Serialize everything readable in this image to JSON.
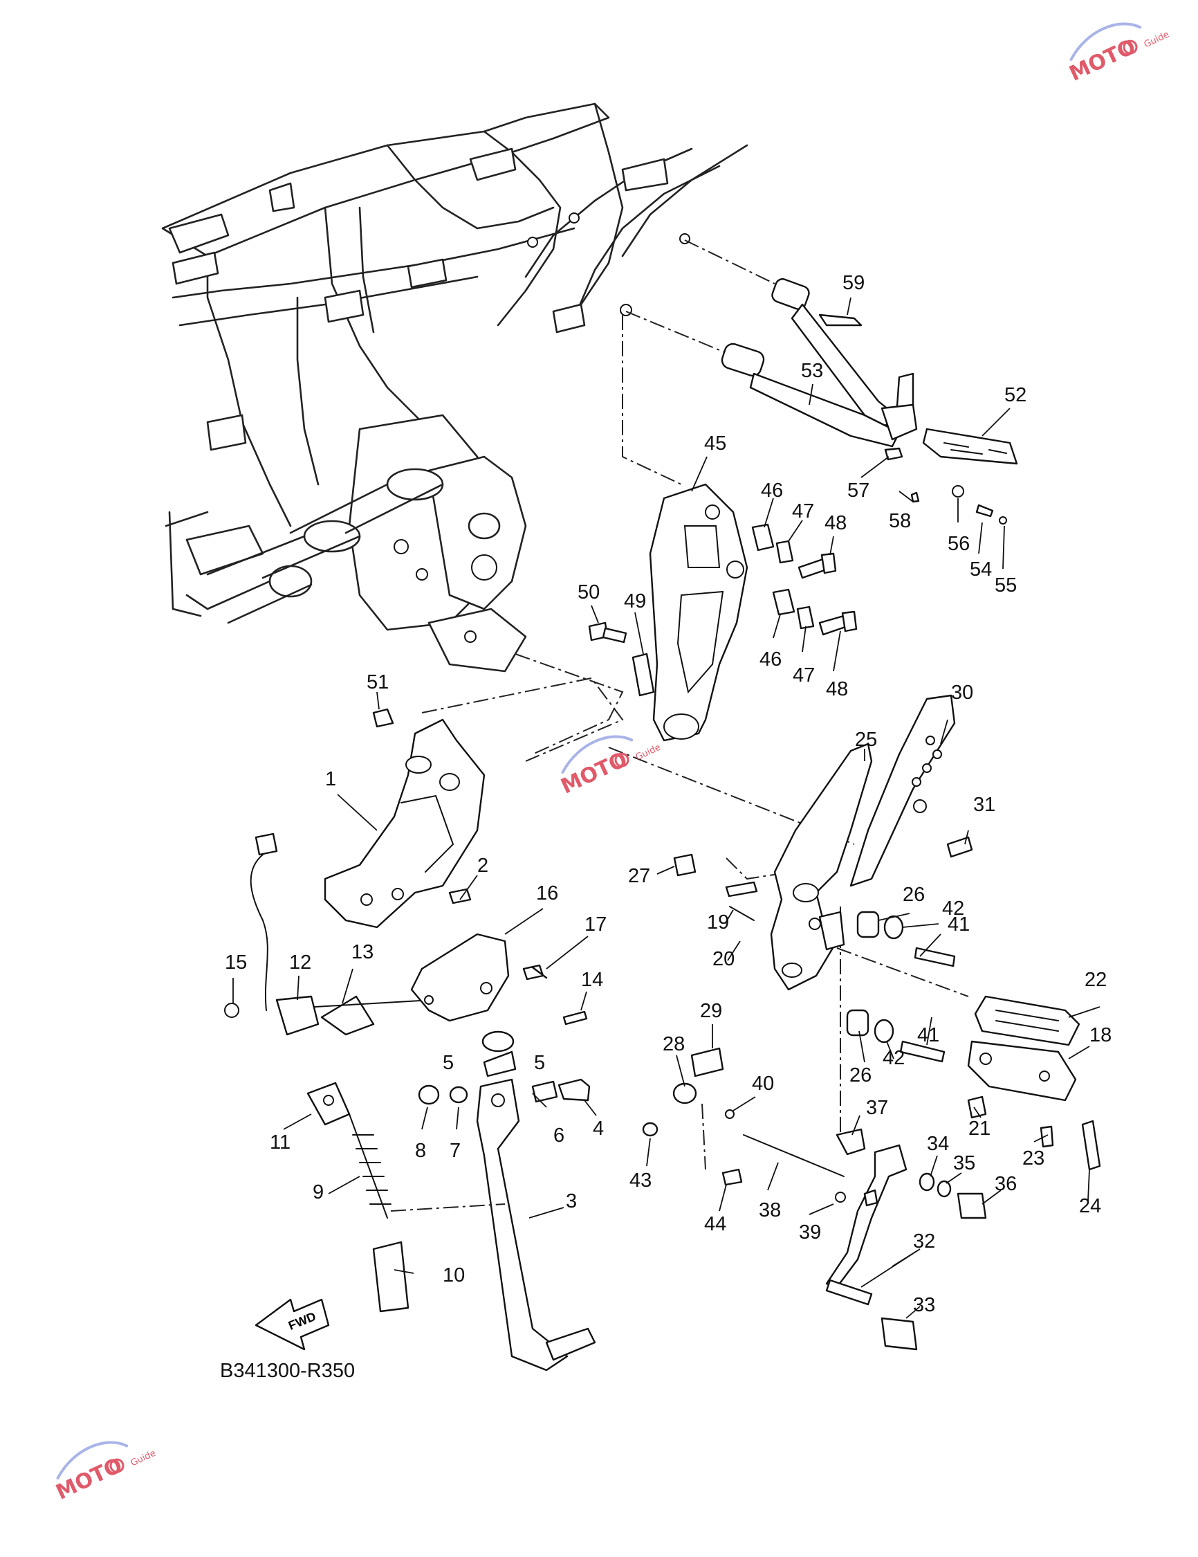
{
  "diagram_code": "B341300-R350",
  "fwd_arrow_label": "FWD",
  "watermark": {
    "brand": "MOTO",
    "subtitle": "Guide"
  },
  "callouts": [
    "1",
    "2",
    "3",
    "4",
    "5",
    "5",
    "6",
    "7",
    "8",
    "9",
    "10",
    "11",
    "12",
    "13",
    "14",
    "15",
    "16",
    "17",
    "18",
    "19",
    "20",
    "21",
    "22",
    "23",
    "24",
    "25",
    "26",
    "26",
    "27",
    "28",
    "29",
    "30",
    "31",
    "32",
    "33",
    "34",
    "35",
    "36",
    "37",
    "38",
    "39",
    "40",
    "41",
    "41",
    "42",
    "42",
    "43",
    "44",
    "45",
    "46",
    "46",
    "47",
    "47",
    "48",
    "48",
    "49",
    "50",
    "51",
    "52",
    "53",
    "54",
    "55",
    "56",
    "57",
    "58",
    "59"
  ],
  "colors": {
    "line": "#111111",
    "background": "#ffffff",
    "watermark_red": "#e05a6a",
    "watermark_blue": "#a9b4e8"
  }
}
